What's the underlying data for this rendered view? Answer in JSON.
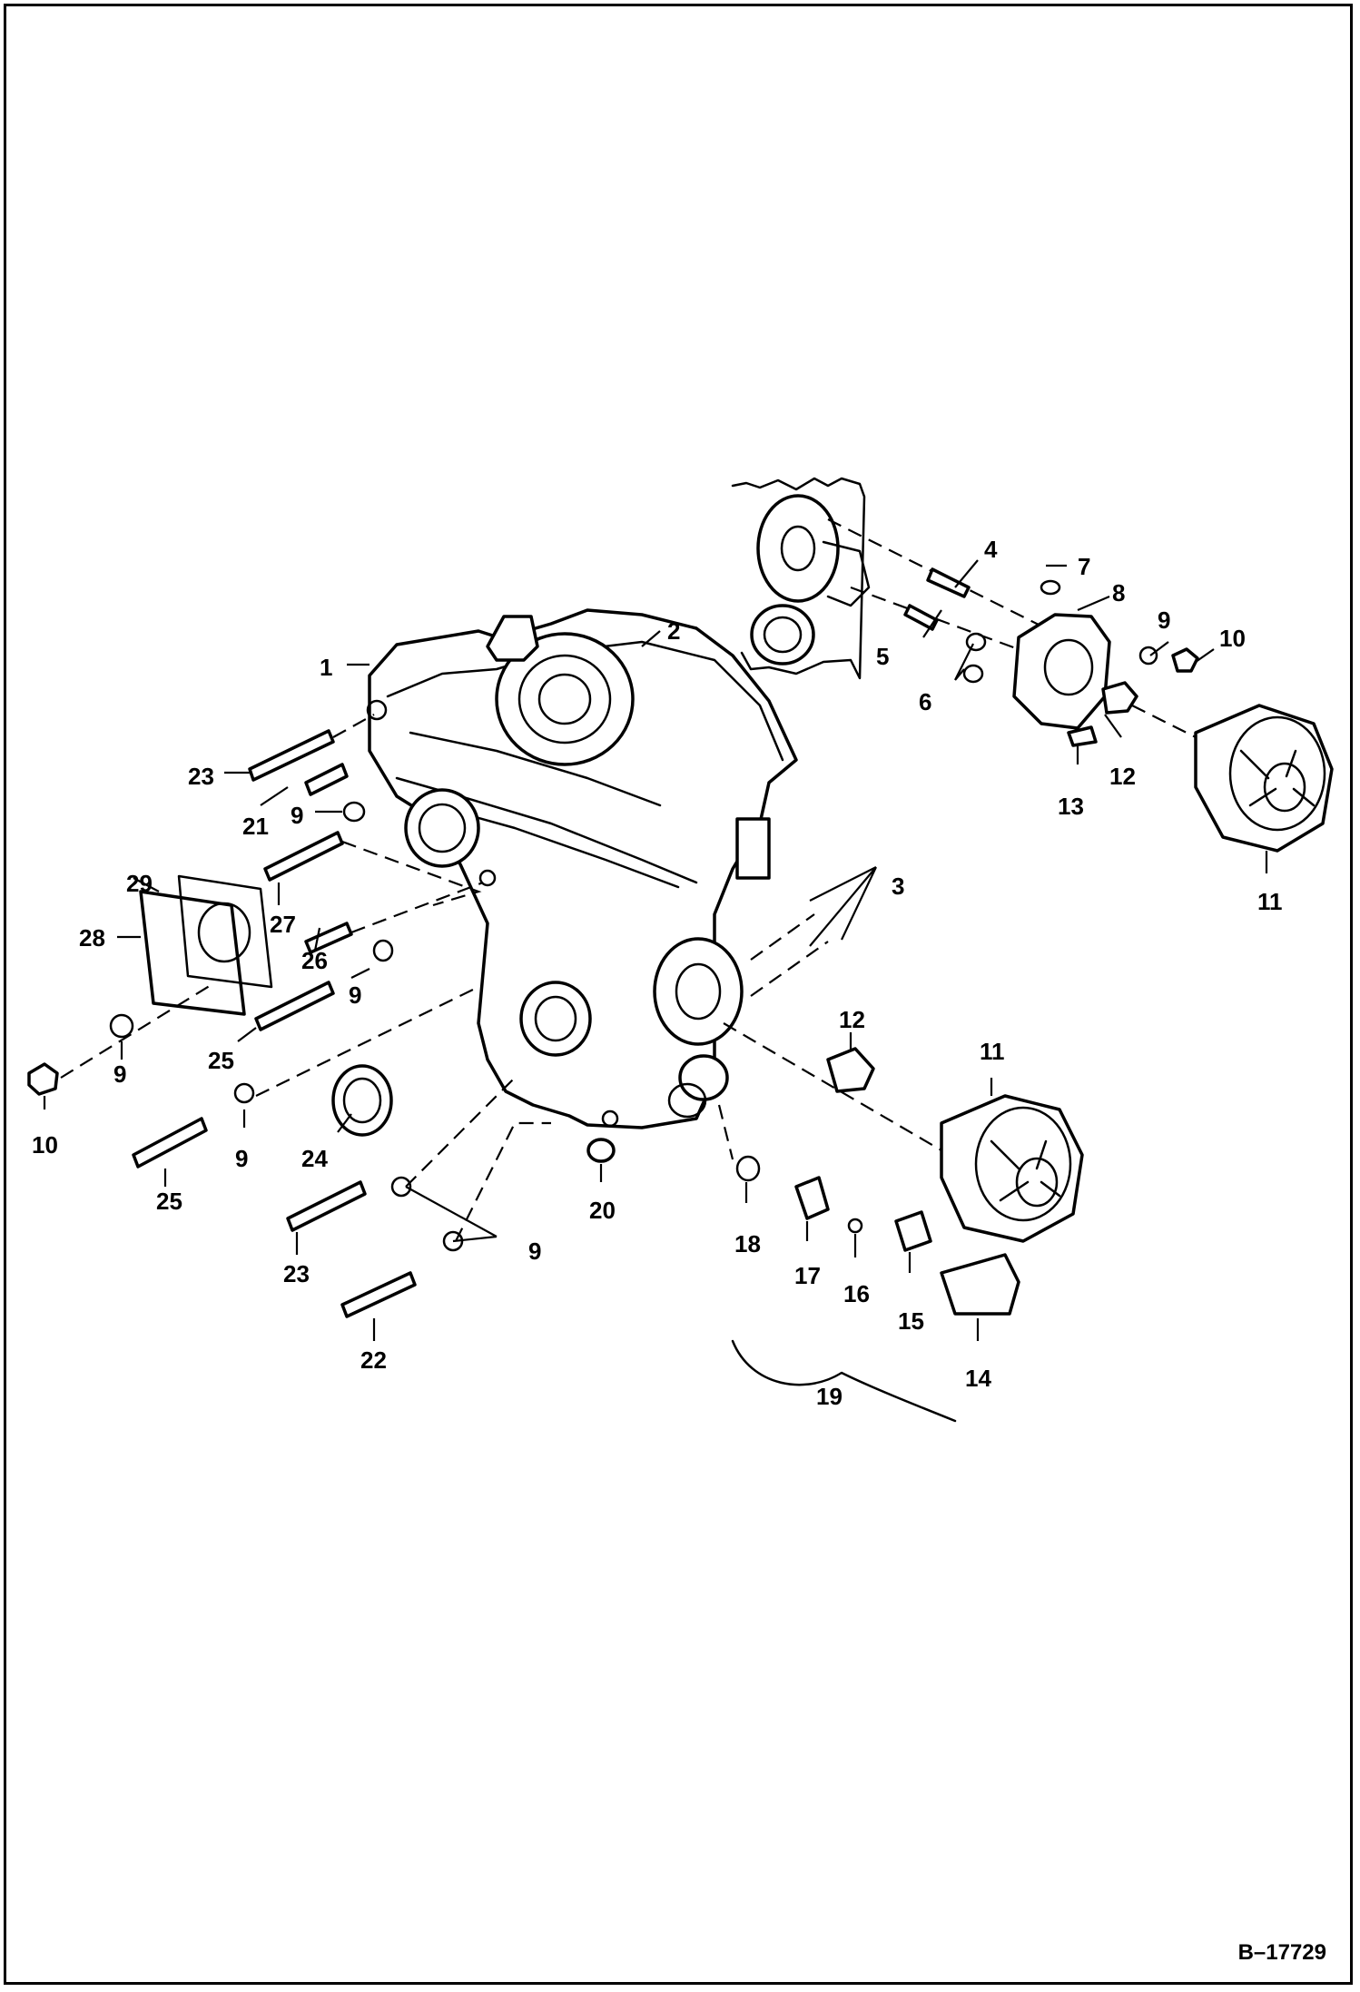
{
  "diagram": {
    "reference_code": "B–17729",
    "callouts": {
      "c1": "1",
      "c2": "2",
      "c3": "3",
      "c4": "4",
      "c5": "5",
      "c6": "6",
      "c7": "7",
      "c8": "8",
      "c9a": "9",
      "c9b": "9",
      "c9c": "9",
      "c9d": "9",
      "c9e": "9",
      "c9f": "9",
      "c10a": "10",
      "c10b": "10",
      "c11a": "11",
      "c11b": "11",
      "c12a": "12",
      "c12b": "12",
      "c13": "13",
      "c14": "14",
      "c15": "15",
      "c16": "16",
      "c17": "17",
      "c18": "18",
      "c19": "19",
      "c20": "20",
      "c21": "21",
      "c22": "22",
      "c23a": "23",
      "c23b": "23",
      "c24": "24",
      "c25a": "25",
      "c25b": "25",
      "c26": "26",
      "c27": "27",
      "c28": "28",
      "c29": "29"
    }
  }
}
